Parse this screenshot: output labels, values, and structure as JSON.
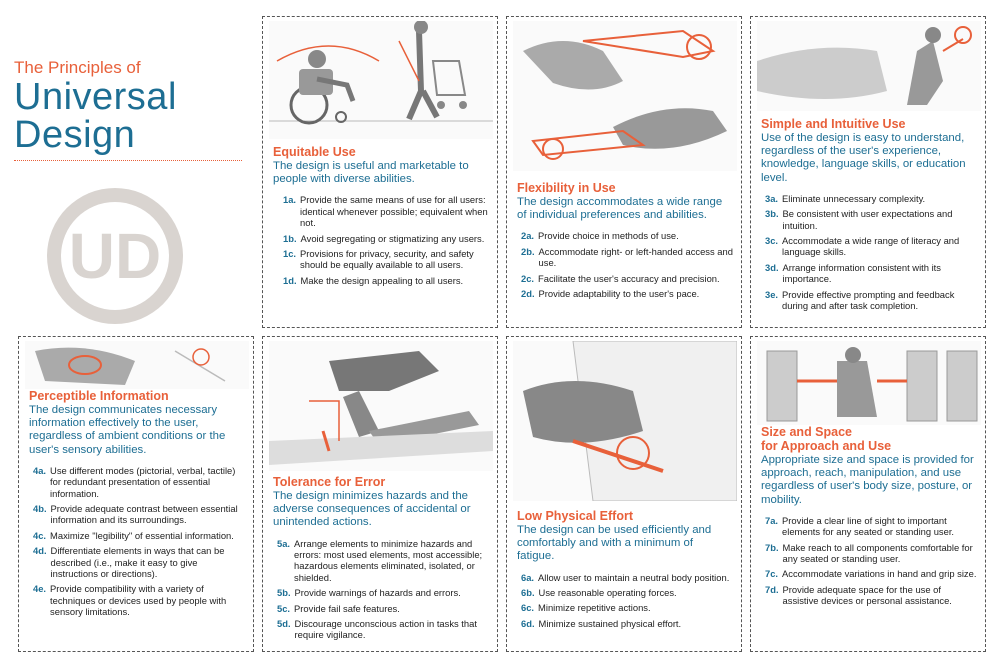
{
  "header": {
    "subtitle": "The Principles of",
    "title_line1": "Universal",
    "title_line2": "Design",
    "logo_text": "UD"
  },
  "colors": {
    "accent": "#e8603a",
    "blue": "#1d6e93",
    "logo": "#d9d4d0"
  },
  "principles": [
    {
      "title": "Equitable Use",
      "description": "The design is useful and marketable to people with diverse abilities.",
      "items": [
        {
          "num": "1a.",
          "text": "Provide the same means of use for all users: identical whenever possible; equivalent when not."
        },
        {
          "num": "1b.",
          "text": "Avoid segregating or stigmatizing any users."
        },
        {
          "num": "1c.",
          "text": "Provisions for privacy, security, and safety should be equally available to all users."
        },
        {
          "num": "1d.",
          "text": "Make the design appealing to all users."
        }
      ]
    },
    {
      "title": "Flexibility in Use",
      "description": "The design accommodates a wide range of individual preferences and abilities.",
      "items": [
        {
          "num": "2a.",
          "text": "Provide choice in methods of use."
        },
        {
          "num": "2b.",
          "text": "Accommodate right- or left-handed access and use."
        },
        {
          "num": "2c.",
          "text": "Facilitate the user's accuracy and precision."
        },
        {
          "num": "2d.",
          "text": "Provide adaptability to the user's pace."
        }
      ]
    },
    {
      "title": "Simple and Intuitive Use",
      "description": "Use of the design is easy to understand, regardless of the user's experience, knowledge, language skills, or education level.",
      "items": [
        {
          "num": "3a.",
          "text": "Eliminate unnecessary complexity."
        },
        {
          "num": "3b.",
          "text": "Be consistent with user expectations and intuition."
        },
        {
          "num": "3c.",
          "text": "Accommodate a wide range of literacy and language skills."
        },
        {
          "num": "3d.",
          "text": "Arrange information consistent with its importance."
        },
        {
          "num": "3e.",
          "text": "Provide effective prompting and feedback during and after task completion."
        }
      ]
    },
    {
      "title": "Perceptible Information",
      "description": "The design communicates necessary information effectively to the user, regardless of ambient conditions or the user's sensory abilities.",
      "items": [
        {
          "num": "4a.",
          "text": "Use different modes (pictorial, verbal, tactile) for redundant presentation of essential information."
        },
        {
          "num": "4b.",
          "text": "Provide adequate contrast between essential information and its surroundings."
        },
        {
          "num": "4c.",
          "text": "Maximize \"legibility\" of essential information."
        },
        {
          "num": "4d.",
          "text": "Differentiate elements in ways that can be described (i.e., make it easy to give instructions or directions)."
        },
        {
          "num": "4e.",
          "text": "Provide compatibility with a variety of techniques or devices used by people with sensory limitations."
        }
      ]
    },
    {
      "title": "Tolerance for Error",
      "description": "The design minimizes hazards and the adverse consequences of accidental or unintended actions.",
      "items": [
        {
          "num": "5a.",
          "text": "Arrange elements to minimize hazards and errors: most used elements, most accessible; hazardous elements eliminated, isolated, or shielded."
        },
        {
          "num": "5b.",
          "text": "Provide warnings of hazards and errors."
        },
        {
          "num": "5c.",
          "text": "Provide fail safe features."
        },
        {
          "num": "5d.",
          "text": "Discourage unconscious action in tasks that require vigilance."
        }
      ]
    },
    {
      "title": "Low Physical Effort",
      "description": "The design can be used efficiently and comfortably and with a minimum of fatigue.",
      "items": [
        {
          "num": "6a.",
          "text": "Allow user to maintain a neutral body position."
        },
        {
          "num": "6b.",
          "text": "Use reasonable operating forces."
        },
        {
          "num": "6c.",
          "text": "Minimize repetitive actions."
        },
        {
          "num": "6d.",
          "text": "Minimize sustained physical effort."
        }
      ]
    },
    {
      "title": "Size and Space for Approach and Use",
      "title_line1": "Size and Space",
      "title_line2": "for Approach and Use",
      "description": "Appropriate size and space is provided for approach, reach, manipulation, and use regardless of user's body size, posture, or mobility.",
      "items": [
        {
          "num": "7a.",
          "text": "Provide a clear line of sight to important elements for any seated or standing user."
        },
        {
          "num": "7b.",
          "text": "Make reach to all components comfortable for any seated or standing user."
        },
        {
          "num": "7c.",
          "text": "Accommodate variations in hand and grip size."
        },
        {
          "num": "7d.",
          "text": "Provide adequate space for the use of assistive devices or personal assistance."
        }
      ]
    }
  ]
}
